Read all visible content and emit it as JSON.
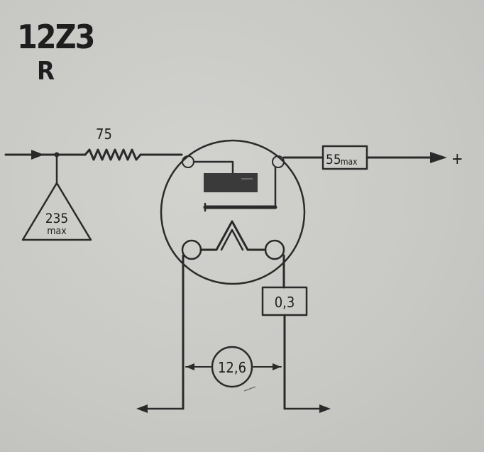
{
  "diagram": {
    "tube_type": "12Z3",
    "variant": "R",
    "series_resistor": "75",
    "max_input_voltage": {
      "value": "235",
      "unit": "max"
    },
    "max_output_current": {
      "value": "55",
      "unit": "max"
    },
    "output_polarity": "+",
    "heater_current": "0,3",
    "heater_voltage": "12,6"
  },
  "colors": {
    "ink": "#2a2a2a",
    "background": "#c9c9c6",
    "anode_fill": "#3a3a3a"
  }
}
